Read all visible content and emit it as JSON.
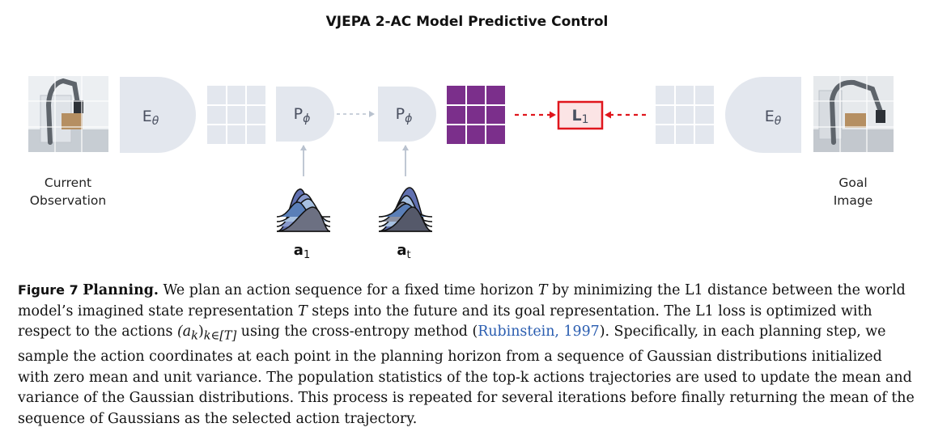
{
  "figure": {
    "title": "VJEPA 2-AC Model Predictive Control",
    "encoder_label": "E",
    "encoder_sub": "θ",
    "predictor_label": "P",
    "predictor_sub": "ϕ",
    "loss_label": "L",
    "loss_sub": "1",
    "current_obs_line1": "Current",
    "current_obs_line2": "Observation",
    "goal_line1": "Goal",
    "goal_line2": "Image",
    "action1_label": "a",
    "action1_sub": "1",
    "actiont_label": "a",
    "actiont_sub": "t",
    "colors": {
      "block_fill": "#e3e7ee",
      "predicted_grid": "#7b2f8b",
      "loss_border": "#e0161d",
      "loss_fill": "#fbe4e5",
      "arrow_gray": "#b9c2cf"
    }
  },
  "caption": {
    "figure_number": "Figure 7",
    "heading": "Planning.",
    "part1": " We plan an action sequence for a fixed time horizon ",
    "var_T1": "T",
    "part2": " by minimizing the L1 distance between the world model’s imagined state representation ",
    "var_T2": "T",
    "part3": " steps into the future and its goal representation. The L1 loss is optimized with respect to the actions ",
    "math_actions": "(a",
    "math_sub_k": "k",
    "math_close": ")",
    "math_subset": "k∈[T]",
    "part4": " using the cross-entropy method (",
    "citation": "Rubinstein, 1997",
    "part5": "). Specifically, in each planning step, we sample the action coordinates at each point in the planning horizon from a sequence of Gaussian distributions initialized with zero mean and unit variance. The population statistics of the top-k actions trajectories are used to update the mean and variance of the Gaussian distributions. This process is repeated for several iterations before finally returning the mean of the sequence of Gaussians as the selected action trajectory."
  }
}
